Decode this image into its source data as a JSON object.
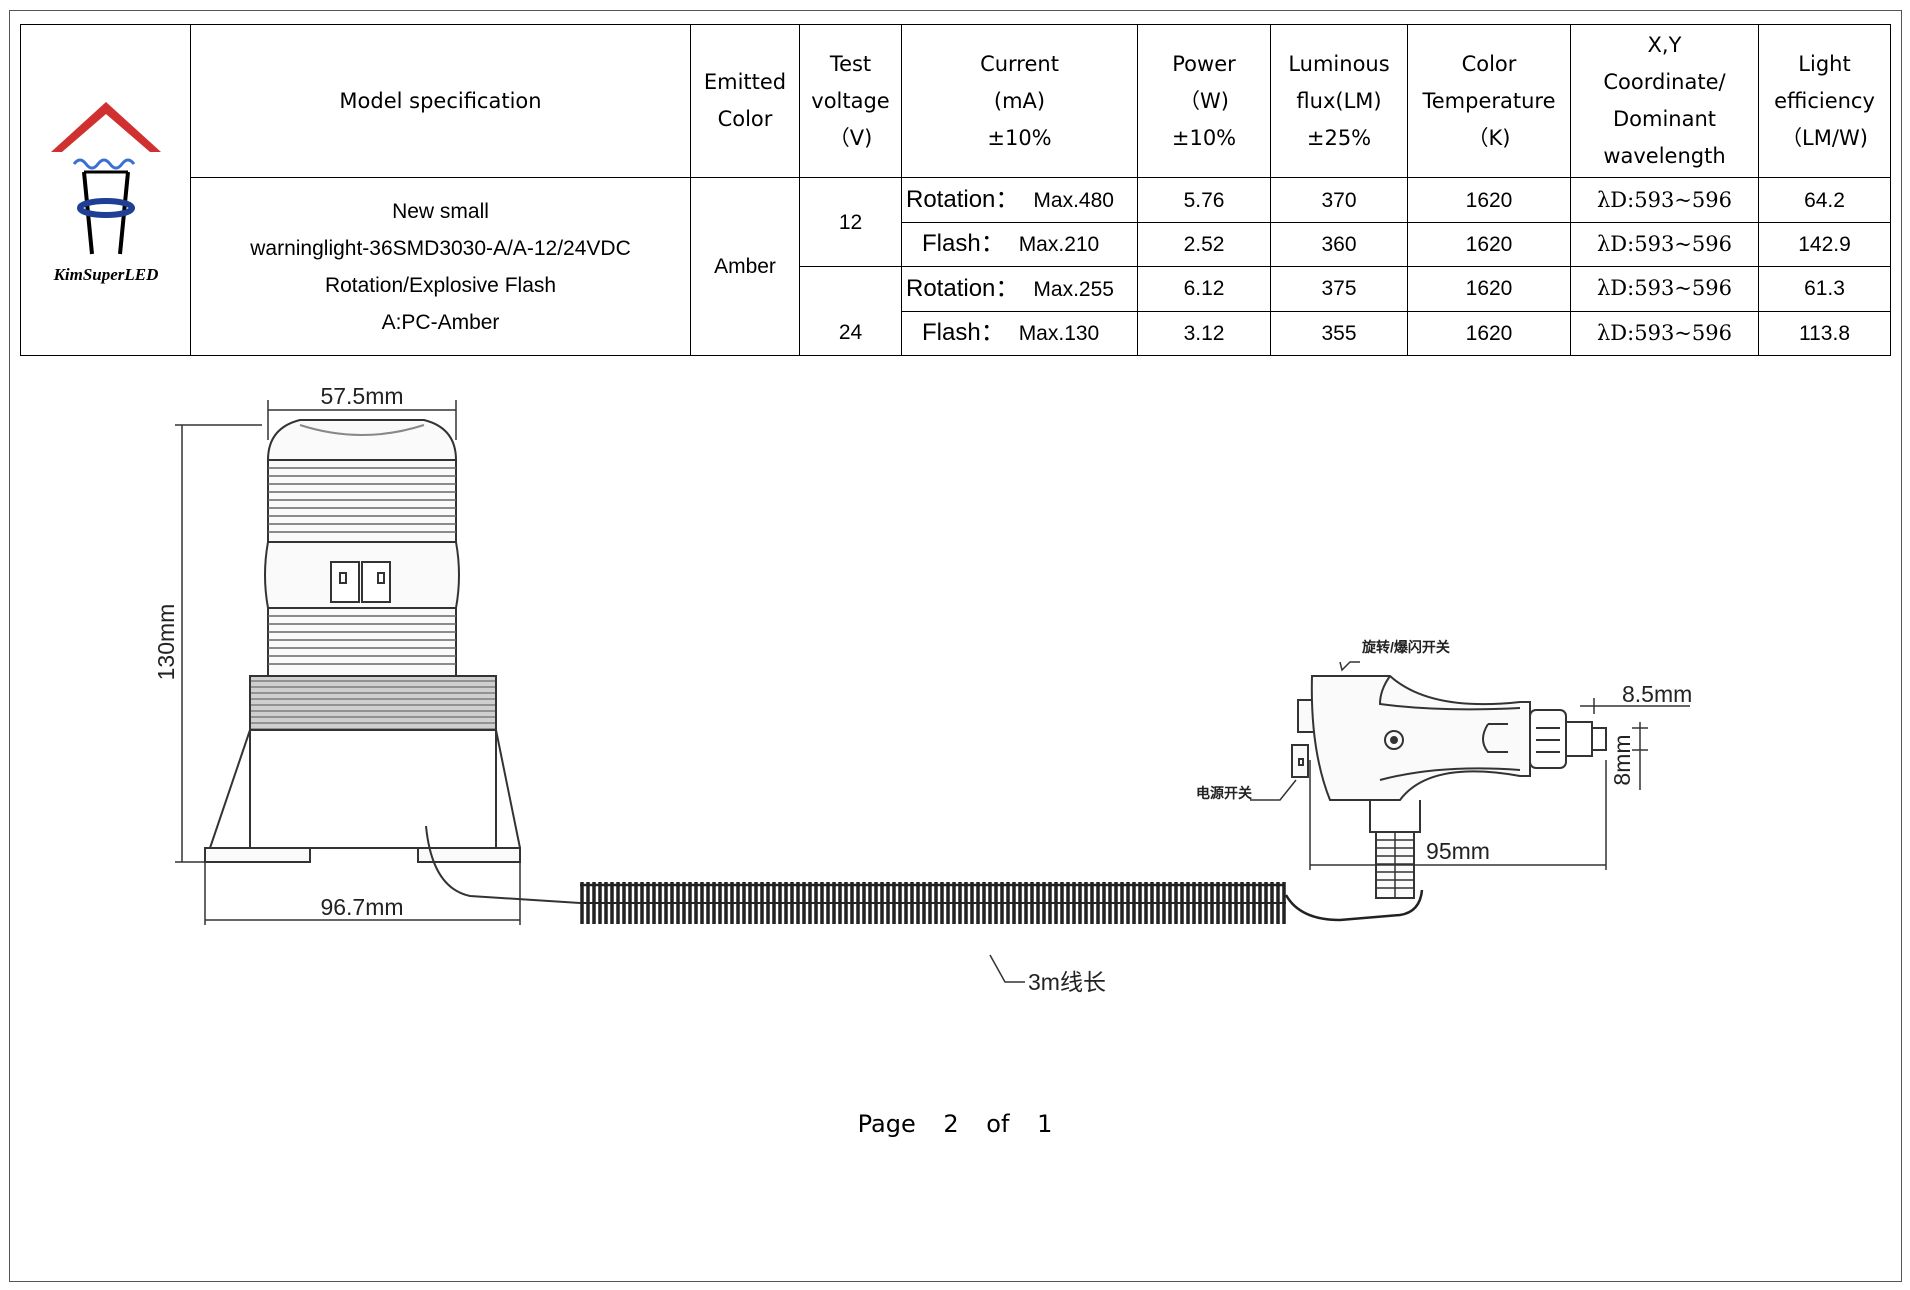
{
  "logo": {
    "text": "KimSuperLED",
    "colors": {
      "roof": "#d03030",
      "water": "#3a6fd6",
      "ring": "#1f3f95"
    }
  },
  "table": {
    "headers": {
      "model": "Model specification",
      "emitted": [
        "Emitted",
        "Color"
      ],
      "voltage": [
        "Test",
        "voltage",
        "（V)"
      ],
      "current": [
        "Current",
        "(mA)",
        "±10%"
      ],
      "power": [
        "Power",
        "（W)",
        "±10%"
      ],
      "flux": [
        "Luminous",
        "flux(LM)",
        "±25%"
      ],
      "cct": [
        "Color",
        "Temperature",
        "（K)"
      ],
      "xy": [
        "X,Y",
        "Coordinate/",
        "Dominant",
        "wavelength"
      ],
      "efficiency": [
        "Light",
        "efficiency",
        "（LM/W)"
      ]
    },
    "model_lines": [
      "New small",
      "warninglight-36SMD3030-A/A-12/24VDC",
      "Rotation/Explosive Flash",
      "A:PC-Amber"
    ],
    "emitted_color": "Amber",
    "rows": [
      {
        "voltage": "12",
        "mode": "Rotation：",
        "current": "Max.480",
        "power": "5.76",
        "flux": "370",
        "cct": "1620",
        "wavelength": "λD:593~596",
        "efficiency": "64.2"
      },
      {
        "mode": "Flash：",
        "current": "Max.210",
        "power": "2.52",
        "flux": "360",
        "cct": "1620",
        "wavelength": "λD:593~596",
        "efficiency": "142.9"
      },
      {
        "voltage": "24",
        "mode": "Rotation：",
        "current": "Max.255",
        "power": "6.12",
        "flux": "375",
        "cct": "1620",
        "wavelength": "λD:593~596",
        "efficiency": "61.3"
      },
      {
        "mode": "Flash：",
        "current": "Max.130",
        "power": "3.12",
        "flux": "355",
        "cct": "1620",
        "wavelength": "λD:593~596",
        "efficiency": "113.8"
      }
    ]
  },
  "drawing": {
    "dims": {
      "top_width": "57.5mm",
      "height": "130mm",
      "base_width": "96.7mm",
      "cable": "3m线长",
      "plug_length": "95mm",
      "plug_tip": "8.5mm",
      "plug_dia": "8mm"
    },
    "notes": {
      "mode_switch": "旋转/爆闪开关",
      "power_switch": "电源开关"
    }
  },
  "footer": {
    "page_word": "Page",
    "page_num": "2",
    "of_word": "of",
    "total": "1"
  }
}
